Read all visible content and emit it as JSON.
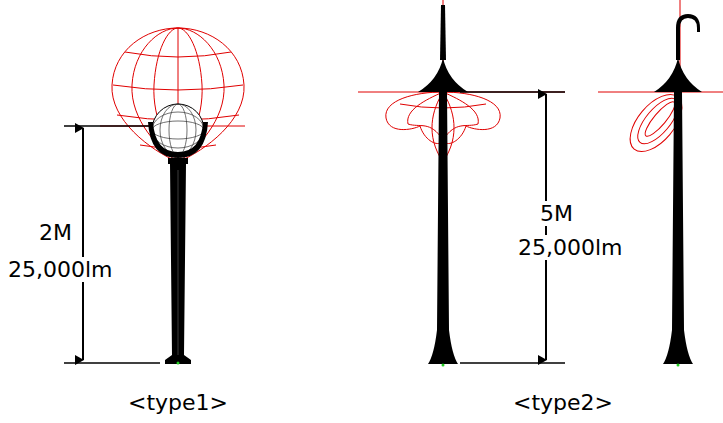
{
  "diagram": {
    "labels": [
      "2M",
      "25,000lm",
      "<type1>",
      "5M",
      "25,000lm",
      "<type2>"
    ]
  }
}
